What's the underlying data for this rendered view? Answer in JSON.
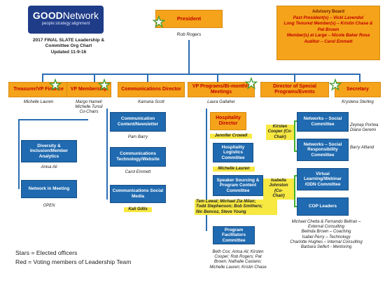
{
  "logo": {
    "brand_good": "GOOD",
    "brand_network": "Network",
    "tagline": "people:strategy:alignment"
  },
  "slate": {
    "line1": "2017 FINAL SLATE Leadership &",
    "line2": "Committee Org Chart",
    "line3": "Updated 11-9-16"
  },
  "president": {
    "title": "President",
    "name": "Rob Rogers"
  },
  "advisory": {
    "title": "Advisory Board",
    "line1": "Past President(s) – Vicki Lavendol",
    "line2": "Long Tenured Member(s) – Kristin Chase &",
    "line3": "Pat Brown",
    "line4": "Member(s) at Large – Nicole Baker Rosa",
    "line5": "Auditor – Carol Emmett"
  },
  "officers": {
    "treasurer": {
      "title": "Treasurer/VP Finance",
      "name": "Michelle Lauren"
    },
    "membership": {
      "title": "VP Membership",
      "name_line1": "Margo Hamel/",
      "name_line2": "Michelle Tunsil",
      "name_line3": "Co-Chairs"
    },
    "comms": {
      "title": "Communications Director",
      "name": "Kamaria Scott"
    },
    "programs": {
      "title": "VP Programs/Bi-monthly Meetings",
      "name": "Laura Gallaher"
    },
    "special": {
      "title": "Director of Special Programs/Events",
      "name": ""
    },
    "secretary": {
      "title": "Secretary",
      "name": "Krystena Sterling"
    }
  },
  "membership_committees": {
    "diversity": {
      "title": "Diversity & Inclusion/Member Analytics",
      "name": "Anisa Ali"
    },
    "network": {
      "title": "Network in Meeting",
      "name": "OPEN"
    }
  },
  "comms_committees": {
    "content": {
      "title": "Communication Content/Newsletter",
      "name": "Pam Barry"
    },
    "tech": {
      "title": "Communications Technology/Website",
      "name": "Carol Emmett"
    },
    "social": {
      "title": "Communications Social Media",
      "name": "Kali Gillis"
    }
  },
  "programs_committees": {
    "hosp_director": {
      "title": "Hospitality Director",
      "name": "Jennifer Crowell"
    },
    "hosp_logistics": {
      "title": "Hospitality Logistics Committee",
      "name": "Michelle Lauren"
    },
    "speaker": {
      "title": "Speaker Sourcing & Program Content Committee"
    },
    "speaker_names": {
      "line1": "Tem Lewal; Michael Zia Milan;",
      "line2": "Todd Stephenson; Bob Smithers;",
      "line3": "Nic Bencoz, Steve Young"
    },
    "facilitators": {
      "title": "Program Facilitators Committee"
    },
    "facilitator_names": {
      "line1": "Beth Cox; Anisa Ali; Kirsten",
      "line2": "Cooper; Rob Rogers; Pat",
      "line3": "Brown; Nathalie Castano;",
      "line4": "Michelle Lauren; Kristin Chase"
    }
  },
  "special_committees": {
    "kirsten": {
      "line1": "Kirsten",
      "line2": "Cooper (Co-",
      "line3": "Chair)"
    },
    "isabella": {
      "line1": "Isabella",
      "line2": "Johnston (Co-",
      "line3": "Chair)"
    },
    "social_comm": {
      "title": "Networks – Social Committee",
      "side1": "Zeynep Portwa",
      "side2": "Diana Geremi"
    },
    "social_resp": {
      "title": "Networks – Social Responsibility Committee",
      "side": "Barry Altland"
    },
    "virtual": {
      "title": "Virtual Learning/Webinar /ODN Committee"
    },
    "cop": {
      "title": "COP Leaders"
    },
    "cop_names": {
      "line1": "Michael Chetta & Fernando Beltran –",
      "line2": "External Consulting",
      "line3": "Belinda Brown – Coaching",
      "line4": "Isabel Perry – Technology",
      "line5": "Charlotte Hughes – Internal Consulting",
      "line6": "Barbara Seifert - Mentoring"
    }
  },
  "legend": {
    "stars": "Stars = Elected officers",
    "red": "Red = Voting members of Leadership Team"
  },
  "colors": {
    "orange": "#f5a31a",
    "blue": "#1f6ab0",
    "yellow": "#f7e842",
    "red_text": "#c00000",
    "green_line": "#3fb02e"
  }
}
